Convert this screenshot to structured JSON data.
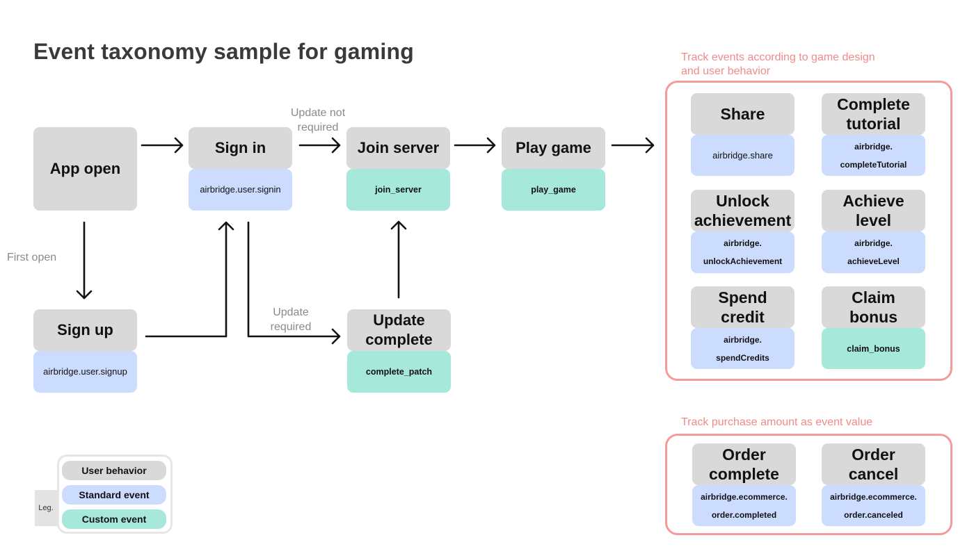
{
  "title": "Event taxonomy sample for gaming",
  "nodes": {
    "app_open": "App open",
    "sign_in": {
      "label": "Sign in",
      "event": "airbridge.user.signin"
    },
    "join_server": {
      "label": "Join server",
      "event": "join_server"
    },
    "play_game": {
      "label": "Play game",
      "event": "play_game"
    },
    "sign_up": {
      "label": "Sign up",
      "event": "airbridge.user.signup"
    },
    "update_complete": {
      "label_line1": "Update",
      "label_line2": "complete",
      "event": "complete_patch"
    }
  },
  "edge_labels": {
    "update_not_required_1": "Update not",
    "update_not_required_2": "required",
    "first_open": "First open",
    "update_required_1": "Update",
    "update_required_2": "required"
  },
  "game_panel": {
    "heading_line1": "Track events according to game design",
    "heading_line2": "and user behavior",
    "items": [
      {
        "label1": "Share",
        "label2": "",
        "event1": "airbridge.share",
        "event2": "",
        "type": "standard"
      },
      {
        "label1": "Complete",
        "label2": "tutorial",
        "event1": "airbridge.",
        "event2": "completeTutorial",
        "type": "standard"
      },
      {
        "label1": "Unlock",
        "label2": "achievement",
        "event1": "airbridge.",
        "event2": "unlockAchievement",
        "type": "standard"
      },
      {
        "label1": "Achieve",
        "label2": "level",
        "event1": "airbridge.",
        "event2": "achieveLevel",
        "type": "standard"
      },
      {
        "label1": "Spend",
        "label2": "credit",
        "event1": "airbridge.",
        "event2": "spendCredits",
        "type": "standard"
      },
      {
        "label1": "Claim",
        "label2": "bonus",
        "event1": "claim_bonus",
        "event2": "",
        "type": "custom"
      }
    ]
  },
  "purchase_panel": {
    "heading": "Track purchase amount as event value",
    "items": [
      {
        "label1": "Order",
        "label2": "complete",
        "event1": "airbridge.ecommerce.",
        "event2": "order.completed"
      },
      {
        "label1": "Order",
        "label2": "cancel",
        "event1": "airbridge.ecommerce.",
        "event2": "order.canceled"
      }
    ]
  },
  "legend": {
    "tag": "Leg.",
    "user_behavior": "User behavior",
    "standard_event": "Standard event",
    "custom_event": "Custom event"
  },
  "colors": {
    "user_behavior": "#d9d9d9",
    "standard_event": "#cbdcff",
    "custom_event": "#a6e8da",
    "panel_border": "#f59a9a",
    "panel_heading": "#f28a8a"
  }
}
